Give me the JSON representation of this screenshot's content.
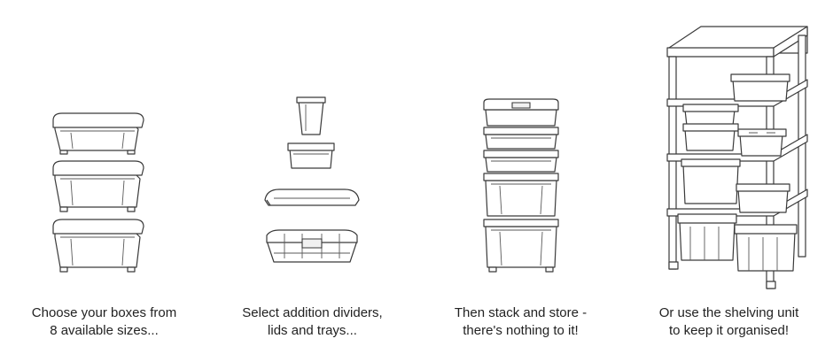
{
  "steps": [
    {
      "caption_line1": "Choose your boxes from",
      "caption_line2": "8 available sizes..."
    },
    {
      "caption_line1": "Select addition dividers,",
      "caption_line2": "lids and trays..."
    },
    {
      "caption_line1": "Then stack and store -",
      "caption_line2": "there's nothing to it!"
    },
    {
      "caption_line1": "Or use the shelving unit",
      "caption_line2": "to keep it organised!"
    }
  ],
  "icons": {
    "step1": "storage-boxes-illustration",
    "step2": "accessories-illustration",
    "step3": "stacked-boxes-illustration",
    "step4": "shelving-unit-illustration"
  }
}
